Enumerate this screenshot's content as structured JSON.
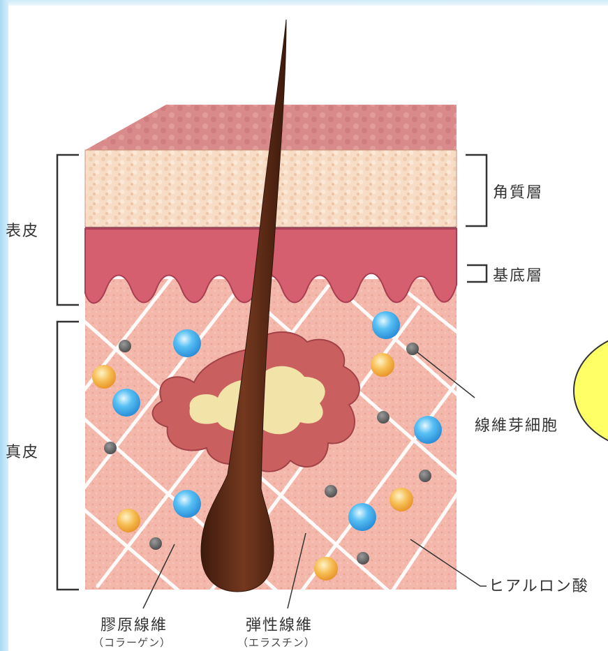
{
  "labels": {
    "epidermis": "表皮",
    "dermis": "真皮",
    "stratum_corneum": "角質層",
    "basal_layer": "基底層",
    "fibroblast": "線維芽細胞",
    "hyaluronic_acid": "ヒアルロン酸",
    "collagen_fiber": "膠原線維",
    "collagen_reading": "（コラーゲン）",
    "elastic_fiber": "弾性線維",
    "elastin_reading": "（エラスチン）"
  },
  "colors": {
    "stratum_corneum": "#f6dcc4",
    "basal_layer": "#d25c6c",
    "dermis": "#f2b3a7",
    "hair": "#5b2c18",
    "hyaluronic_acid": "#4fb3ef",
    "fibroblast": "#6e6e6e",
    "yellow_dot": "#f5b84a",
    "callout": "#ffff66"
  }
}
